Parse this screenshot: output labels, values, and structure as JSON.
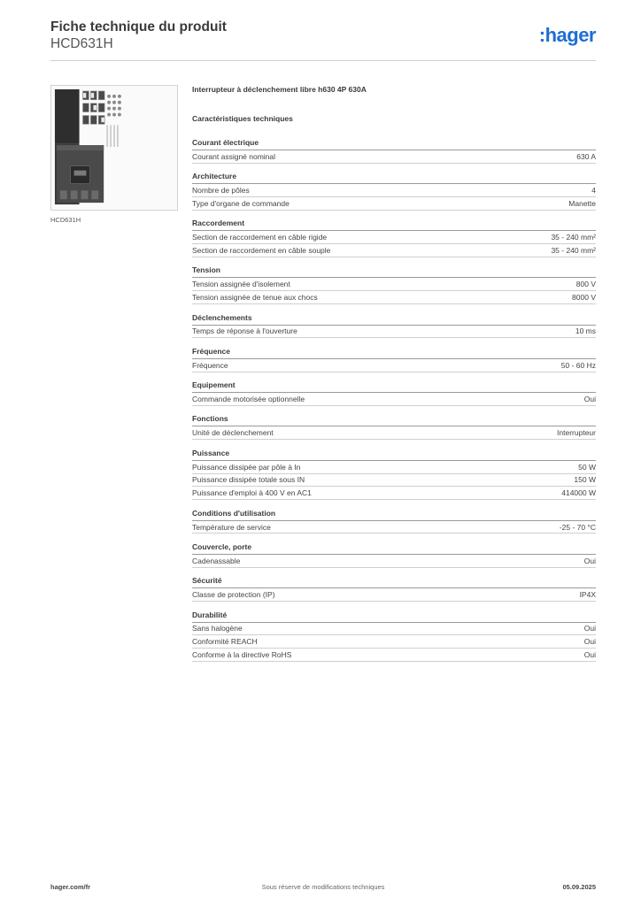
{
  "header": {
    "title": "Fiche technique du produit",
    "reference": "HCD631H",
    "brand": ":hager",
    "brand_color": "#1e6ed4"
  },
  "image": {
    "caption": "HCD631H"
  },
  "product": {
    "description": "Interrupteur à déclenchement libre h630 4P 630A",
    "spec_title": "Caractéristiques techniques"
  },
  "sections": [
    {
      "title": "Courant électrique",
      "rows": [
        {
          "label": "Courant assigné nominal",
          "value": "630 A"
        }
      ]
    },
    {
      "title": "Architecture",
      "rows": [
        {
          "label": "Nombre de pôles",
          "value": "4"
        },
        {
          "label": "Type d'organe de commande",
          "value": "Manette"
        }
      ]
    },
    {
      "title": "Raccordement",
      "rows": [
        {
          "label": "Section de raccordement en câble rigide",
          "value": "35 - 240 mm²"
        },
        {
          "label": "Section de raccordement en câble souple",
          "value": "35 - 240 mm²"
        }
      ]
    },
    {
      "title": "Tension",
      "rows": [
        {
          "label": "Tension assignée d'isolement",
          "value": "800 V"
        },
        {
          "label": "Tension assignée de tenue aux chocs",
          "value": "8000 V"
        }
      ]
    },
    {
      "title": "Déclenchements",
      "rows": [
        {
          "label": "Temps de réponse à l'ouverture",
          "value": "10 ms"
        }
      ]
    },
    {
      "title": "Fréquence",
      "rows": [
        {
          "label": "Fréquence",
          "value": "50 - 60 Hz"
        }
      ]
    },
    {
      "title": "Equipement",
      "rows": [
        {
          "label": "Commande motorisée optionnelle",
          "value": "Oui"
        }
      ]
    },
    {
      "title": "Fonctions",
      "rows": [
        {
          "label": "Unité de déclenchement",
          "value": "Interrupteur"
        }
      ]
    },
    {
      "title": "Puissance",
      "rows": [
        {
          "label": "Puissance dissipée par pôle à In",
          "value": "50 W"
        },
        {
          "label": "Puissance dissipée totale sous IN",
          "value": "150 W"
        },
        {
          "label": "Puissance d'emploi à 400 V en AC1",
          "value": "414000 W"
        }
      ]
    },
    {
      "title": "Conditions d'utilisation",
      "rows": [
        {
          "label": "Température de service",
          "value": "-25 - 70 °C"
        }
      ]
    },
    {
      "title": "Couvercle, porte",
      "rows": [
        {
          "label": "Cadenassable",
          "value": "Oui"
        }
      ]
    },
    {
      "title": "Sécurité",
      "rows": [
        {
          "label": "Classe de protection (IP)",
          "value": "IP4X"
        }
      ]
    },
    {
      "title": "Durabilité",
      "rows": [
        {
          "label": "Sans halogène",
          "value": "Oui"
        },
        {
          "label": "Conformité REACH",
          "value": "Oui"
        },
        {
          "label": "Conforme à la directive RoHS",
          "value": "Oui"
        }
      ]
    }
  ],
  "footer": {
    "website": "hager.com/fr",
    "disclaimer": "Sous réserve de modifications techniques",
    "date": "05.09.2025"
  }
}
